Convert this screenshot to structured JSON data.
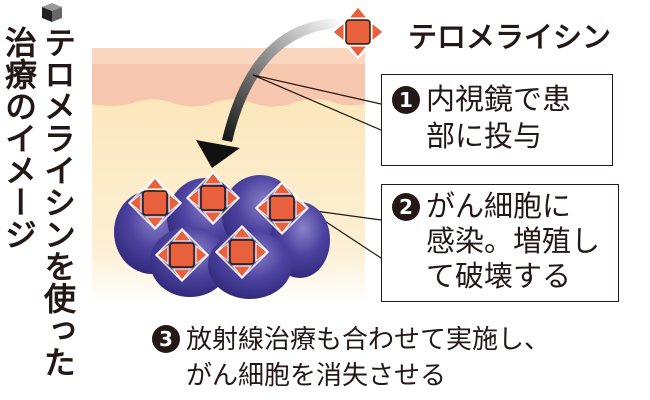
{
  "title": {
    "line1": "テロメライシンを使った",
    "line2": "治療のイメージ",
    "icon": "cube-icon"
  },
  "legend": {
    "label": "テロメライシン",
    "icon": "telomelysin-virus-icon"
  },
  "steps": [
    {
      "number": "1",
      "line1": "内視鏡で患",
      "line2": "部に投与"
    },
    {
      "number": "2",
      "line1": "がん細胞に",
      "line2": "感染。増殖し",
      "line3": "て破壊する"
    },
    {
      "number": "3",
      "line1": "放射線治療も合わせて実施し、",
      "line2": "がん細胞を消失させる"
    }
  ],
  "colors": {
    "virus": "#e8603c",
    "tumor": "#4a3f97",
    "skin_outer": "#f7c9b0",
    "tissue": "#fbe6b8"
  }
}
